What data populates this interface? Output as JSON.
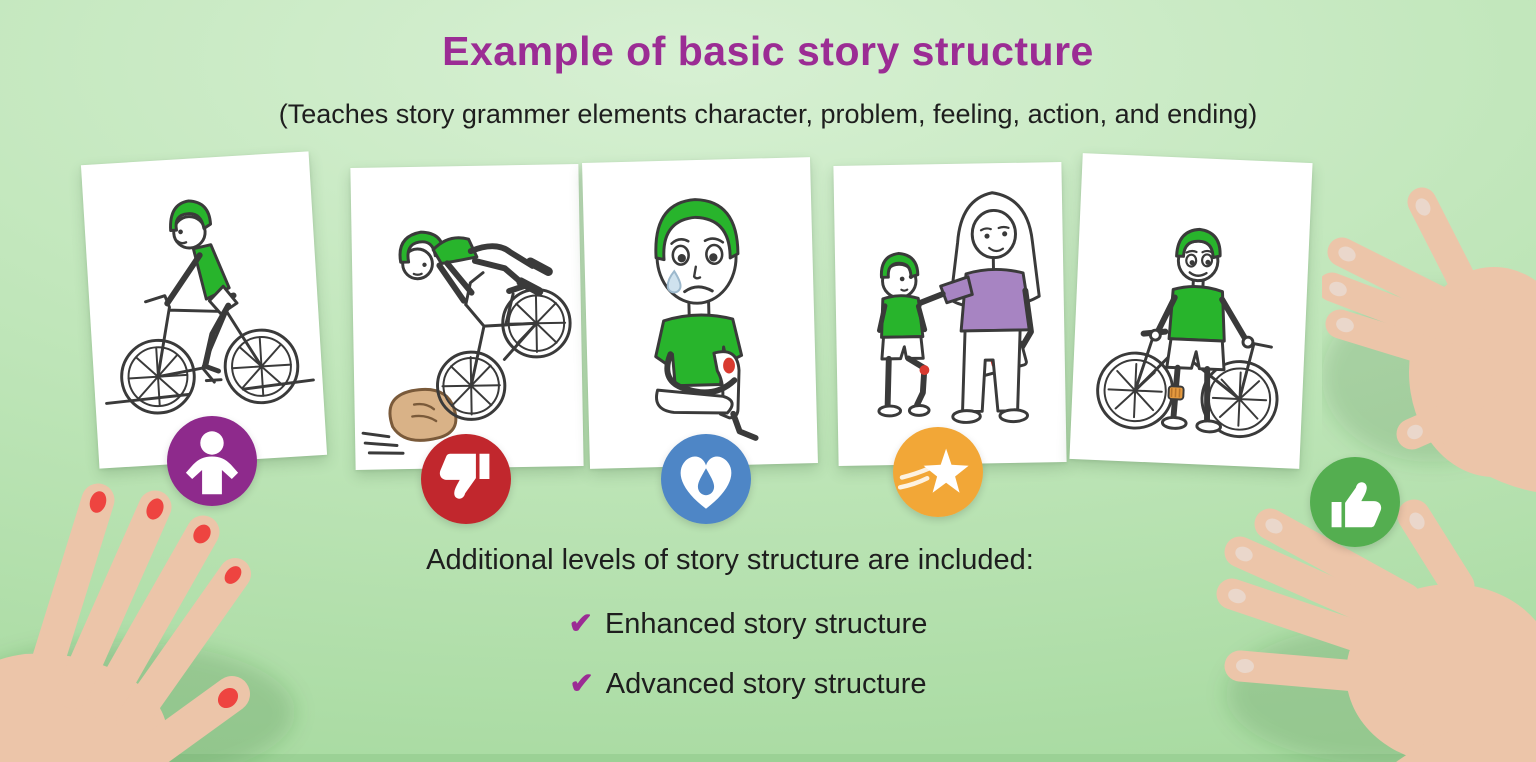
{
  "title": "Example of basic story structure",
  "subtitle": "(Teaches story grammer elements character, problem, feeling, action, and ending)",
  "story_cards": [
    {
      "element": "character",
      "scene": "boy riding bike wearing green helmet",
      "icon": "person-icon",
      "icon_color": "#8e2a8c"
    },
    {
      "element": "problem",
      "scene": "boy crashing bike on a rock",
      "icon": "thumbs-down-icon",
      "icon_color": "#c1272d"
    },
    {
      "element": "feeling",
      "scene": "sad boy crying with scraped knee",
      "icon": "heart-teardrop-icon",
      "icon_color": "#4e86c6"
    },
    {
      "element": "action",
      "scene": "mom comforting boy and holding first aid kit",
      "icon": "shooting-star-icon",
      "icon_color": "#f2a737"
    },
    {
      "element": "ending",
      "scene": "happy boy standing with bike and bandaged knee",
      "icon": "thumbs-up-icon",
      "icon_color": "#54ae50"
    }
  ],
  "additional_levels": {
    "heading": "Additional levels of story structure are included:",
    "items": [
      {
        "check": "✔",
        "label": "Enhanced story structure"
      },
      {
        "check": "✔",
        "label": "Advanced story structure"
      }
    ]
  },
  "colors": {
    "title_text": "#9b2c94",
    "body_text": "#1e1e1e",
    "background_green": "#b9e3b3",
    "helmet_shirt_green": "#28b42c",
    "mom_shirt_purple": "#a784c2",
    "checkmark_purple": "#9b2c94",
    "rock_tan": "#d9b287",
    "scrape_red": "#d93a30"
  }
}
